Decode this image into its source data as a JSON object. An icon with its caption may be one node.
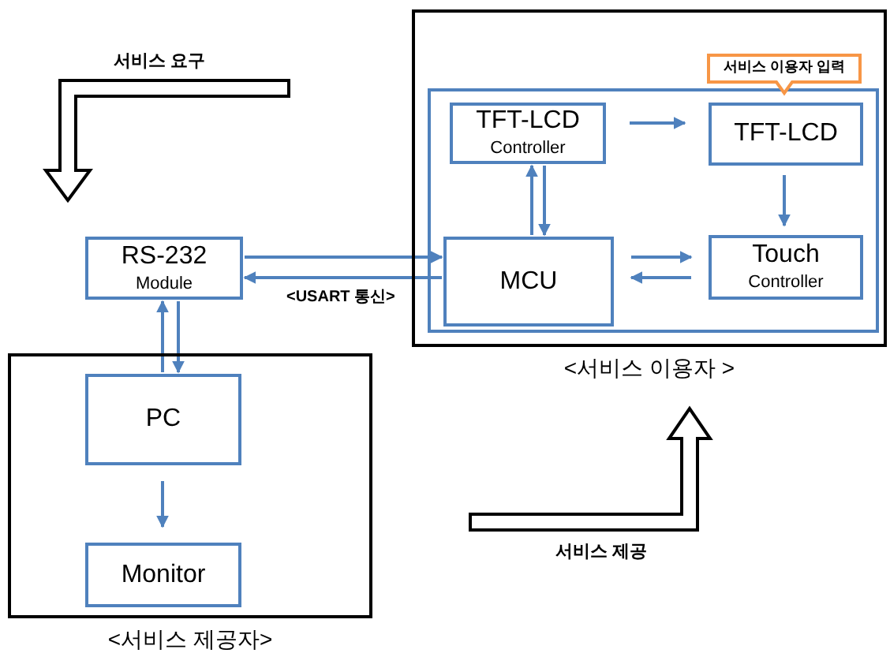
{
  "diagram": {
    "nodes": [
      {
        "text": [
          "<서비스 이용자 >"
        ]
      },
      {
        "text": [],
        "shape": "box",
        "in": 0
      },
      {
        "text": [
          "TFT-LCD",
          "Controller"
        ],
        "in": 1
      },
      {
        "text": [
          "TFT-LCD"
        ],
        "in": 1
      },
      {
        "text": [
          "MCU"
        ],
        "in": 1
      },
      {
        "text": [
          "Touch",
          "Controller"
        ],
        "in": 1
      },
      {
        "text": [
          "서비스 이용자 입력"
        ],
        "in": 0
      },
      {
        "text": [
          "RS-232",
          "Module"
        ]
      },
      {
        "text": [
          "<서비스 제공자>"
        ]
      },
      {
        "text": [
          "PC"
        ],
        "in": 8
      },
      {
        "text": [
          "Monitor"
        ],
        "in": 8
      }
    ],
    "edges": [
      {
        "from": 7,
        "to": 4,
        "arrow": "to"
      },
      {
        "from": 4,
        "to": 7,
        "arrow": "to",
        "label": "<USART 통신>"
      },
      {
        "from": 4,
        "to": 2,
        "arrow": "to"
      },
      {
        "from": 2,
        "to": 4,
        "arrow": "to"
      },
      {
        "from": 2,
        "to": 3,
        "arrow": "to"
      },
      {
        "from": 3,
        "to": 5,
        "arrow": "to"
      },
      {
        "from": 4,
        "to": 5,
        "arrow": "to"
      },
      {
        "from": 5,
        "to": 4,
        "arrow": "to"
      },
      {
        "from": 9,
        "to": 7,
        "arrow": "to"
      },
      {
        "from": 7,
        "to": 9,
        "arrow": "to"
      },
      {
        "from": 9,
        "to": 10,
        "arrow": "to"
      }
    ],
    "labels": [
      "서비스 요구",
      "서비스 제공"
    ]
  }
}
